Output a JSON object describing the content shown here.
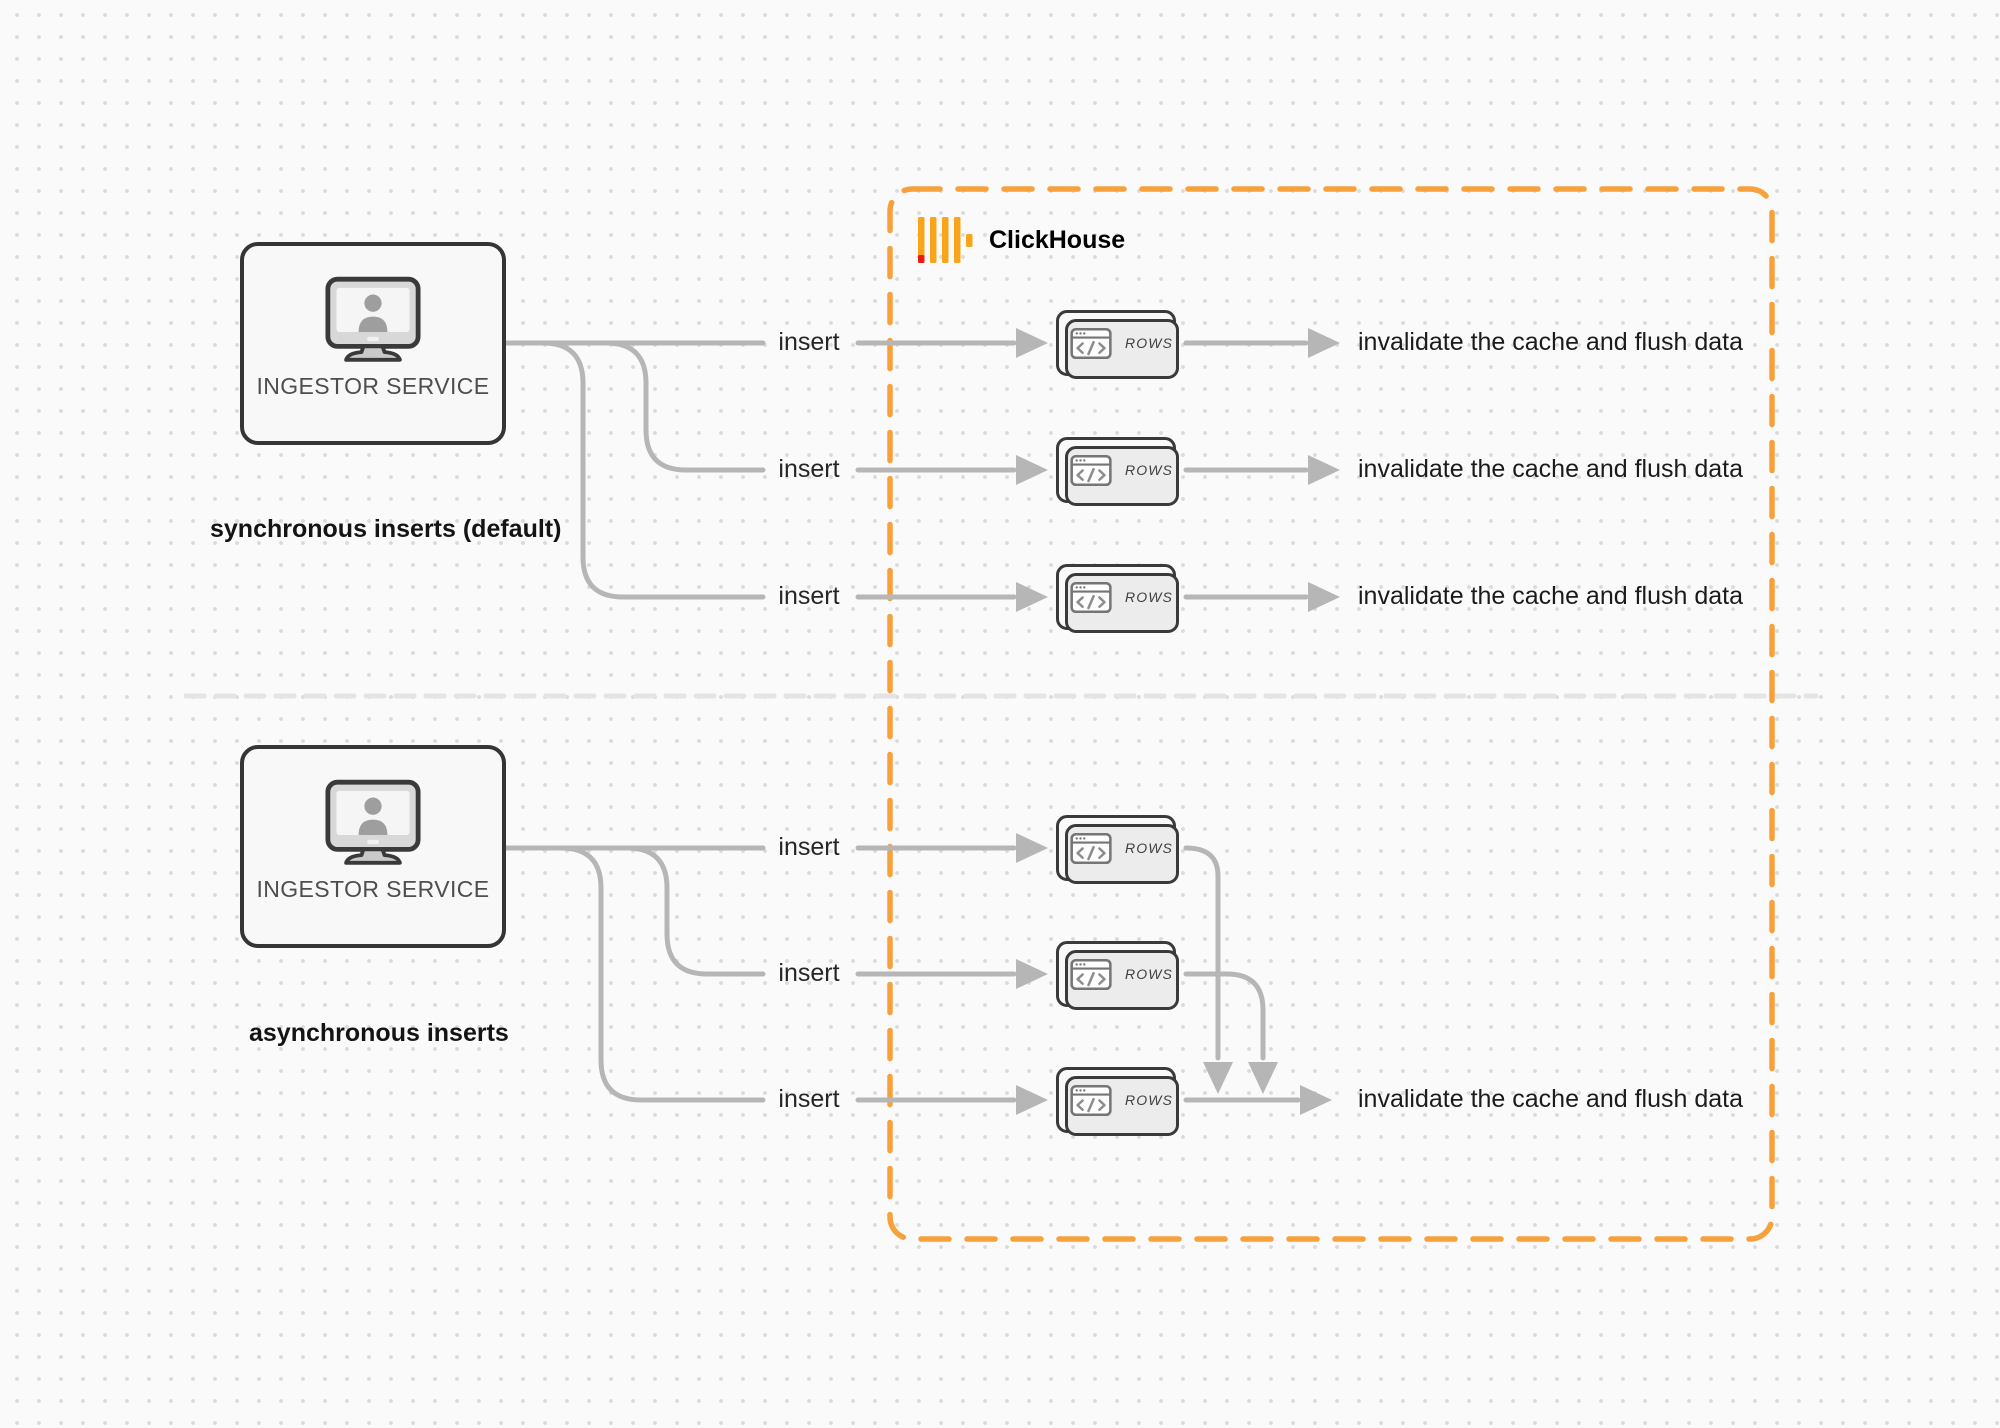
{
  "diagram": {
    "cluster": {
      "title": "ClickHouse"
    },
    "sync": {
      "caption": "synchronous inserts (default)",
      "service": "INGESTOR SERVICE",
      "rows": [
        {
          "insert": "insert",
          "node": "ROWS",
          "result": "invalidate the cache and flush data"
        },
        {
          "insert": "insert",
          "node": "ROWS",
          "result": "invalidate the cache and flush data"
        },
        {
          "insert": "insert",
          "node": "ROWS",
          "result": "invalidate the cache and flush data"
        }
      ]
    },
    "async": {
      "caption": "asynchronous inserts",
      "service": "INGESTOR SERVICE",
      "rows": [
        {
          "insert": "insert",
          "node": "ROWS"
        },
        {
          "insert": "insert",
          "node": "ROWS"
        },
        {
          "insert": "insert",
          "node": "ROWS",
          "result": "invalidate the cache and flush data"
        }
      ]
    }
  },
  "icons": {
    "service": "workstation-user-icon",
    "node": "code-window-icon",
    "logo": "clickhouse-logo"
  },
  "colors": {
    "accent_orange": "#F7A13C",
    "logo_yellow": "#F9A51B",
    "logo_red": "#ED1C10",
    "connector_gray": "#B6B6B6",
    "card_border": "#3A3A3A",
    "divider_gray": "#E4E4E4",
    "background": "#FAFAFA"
  }
}
